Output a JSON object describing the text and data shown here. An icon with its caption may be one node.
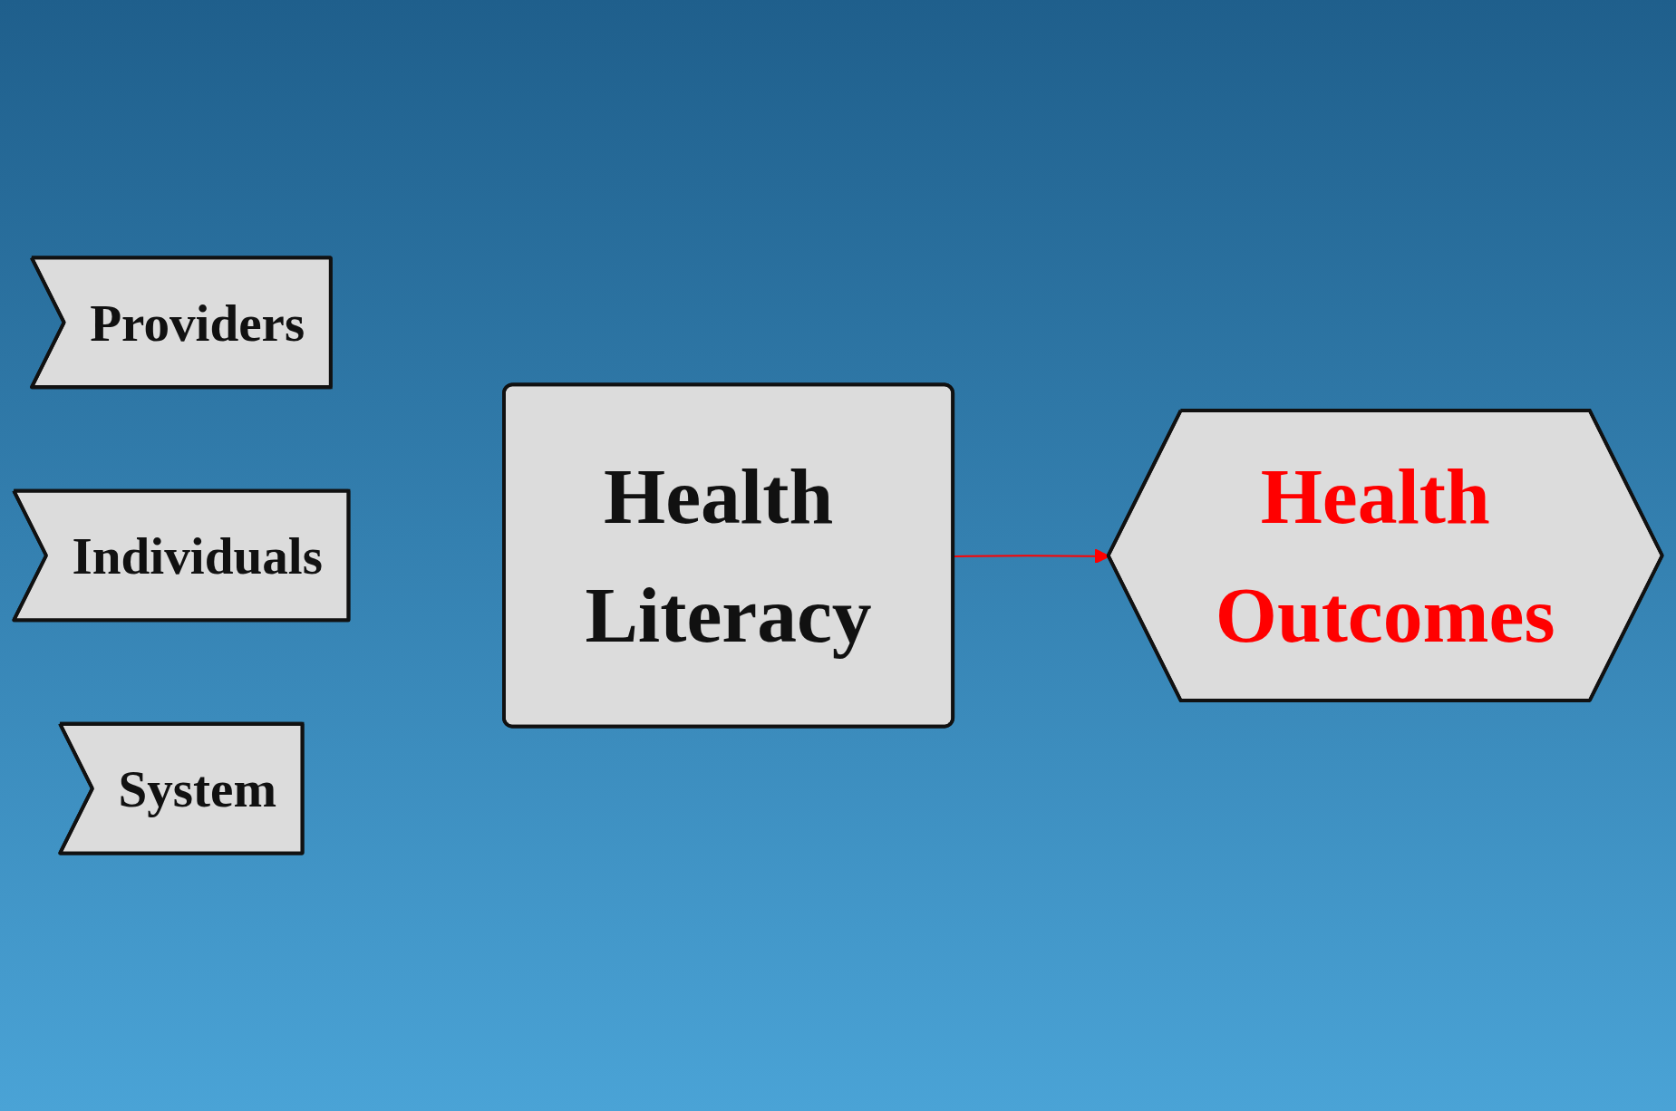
{
  "diagram": {
    "nodes": [
      {
        "text": [
          "Providers"
        ]
      },
      {
        "text": [
          "Individuals"
        ]
      },
      {
        "text": [
          "Health Literacy"
        ]
      },
      {
        "text": [
          "Health Outcomes"
        ]
      },
      {
        "text": [
          "System"
        ]
      }
    ],
    "edges": [
      {
        "from": 2,
        "to": 3,
        "arrow": "to",
        "color": "#ff0000"
      }
    ]
  }
}
